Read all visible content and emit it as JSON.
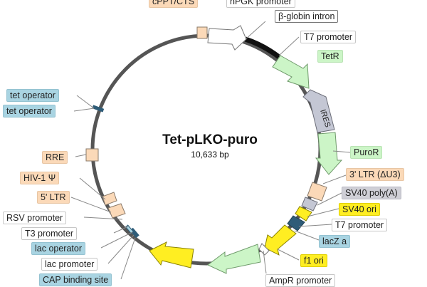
{
  "plasmid": {
    "name": "Tet-pLKO-puro",
    "size": "10,633 bp",
    "backbone_color": "#555555"
  },
  "features": [
    {
      "id": "cppt",
      "text": "cPPT/CTS",
      "style": "orange"
    },
    {
      "id": "hpgk",
      "text": "hPGK promoter",
      "style": "plain"
    },
    {
      "id": "beta-globin",
      "text": "β-globin intron",
      "style": "outline"
    },
    {
      "id": "t7-top",
      "text": "T7 promoter",
      "style": "plain"
    },
    {
      "id": "tetr",
      "text": "TetR",
      "style": "green"
    },
    {
      "id": "ires",
      "text": "IRES",
      "style": "gray"
    },
    {
      "id": "puror",
      "text": "PuroR",
      "style": "green"
    },
    {
      "id": "ltr3",
      "text": "3' LTR (ΔU3)",
      "style": "orange"
    },
    {
      "id": "sv40-polya",
      "text": "SV40 poly(A)",
      "style": "gray"
    },
    {
      "id": "sv40-ori",
      "text": "SV40 ori",
      "style": "yellow"
    },
    {
      "id": "t7-bottom",
      "text": "T7 promoter",
      "style": "plain"
    },
    {
      "id": "lacz",
      "text": "lacZ a",
      "style": "blue"
    },
    {
      "id": "f1-ori",
      "text": "f1 ori",
      "style": "yellow"
    },
    {
      "id": "ampr-promoter",
      "text": "AmpR promoter",
      "style": "plain"
    },
    {
      "id": "tet-op-1",
      "text": "tet operator",
      "style": "blue"
    },
    {
      "id": "tet-op-2",
      "text": "tet operator",
      "style": "blue"
    },
    {
      "id": "rre",
      "text": "RRE",
      "style": "orange"
    },
    {
      "id": "hiv-psi",
      "text": "HIV-1 Ψ",
      "style": "orange"
    },
    {
      "id": "ltr5",
      "text": "5' LTR",
      "style": "orange"
    },
    {
      "id": "rsv",
      "text": "RSV promoter",
      "style": "plain"
    },
    {
      "id": "t3",
      "text": "T3 promoter",
      "style": "plain"
    },
    {
      "id": "lac-operator",
      "text": "lac operator",
      "style": "blue"
    },
    {
      "id": "lac-promoter",
      "text": "lac promoter",
      "style": "plain"
    },
    {
      "id": "cap",
      "text": "CAP binding site",
      "style": "blue"
    }
  ],
  "colors": {
    "green_fill": "#ccf5c7",
    "orange_fill": "#fbd9b8",
    "blue_fill": "#a9d4e2",
    "yellow_fill": "#ffee22",
    "gray_fill": "#c4c7d4",
    "navy_mark": "#2e5c78"
  }
}
